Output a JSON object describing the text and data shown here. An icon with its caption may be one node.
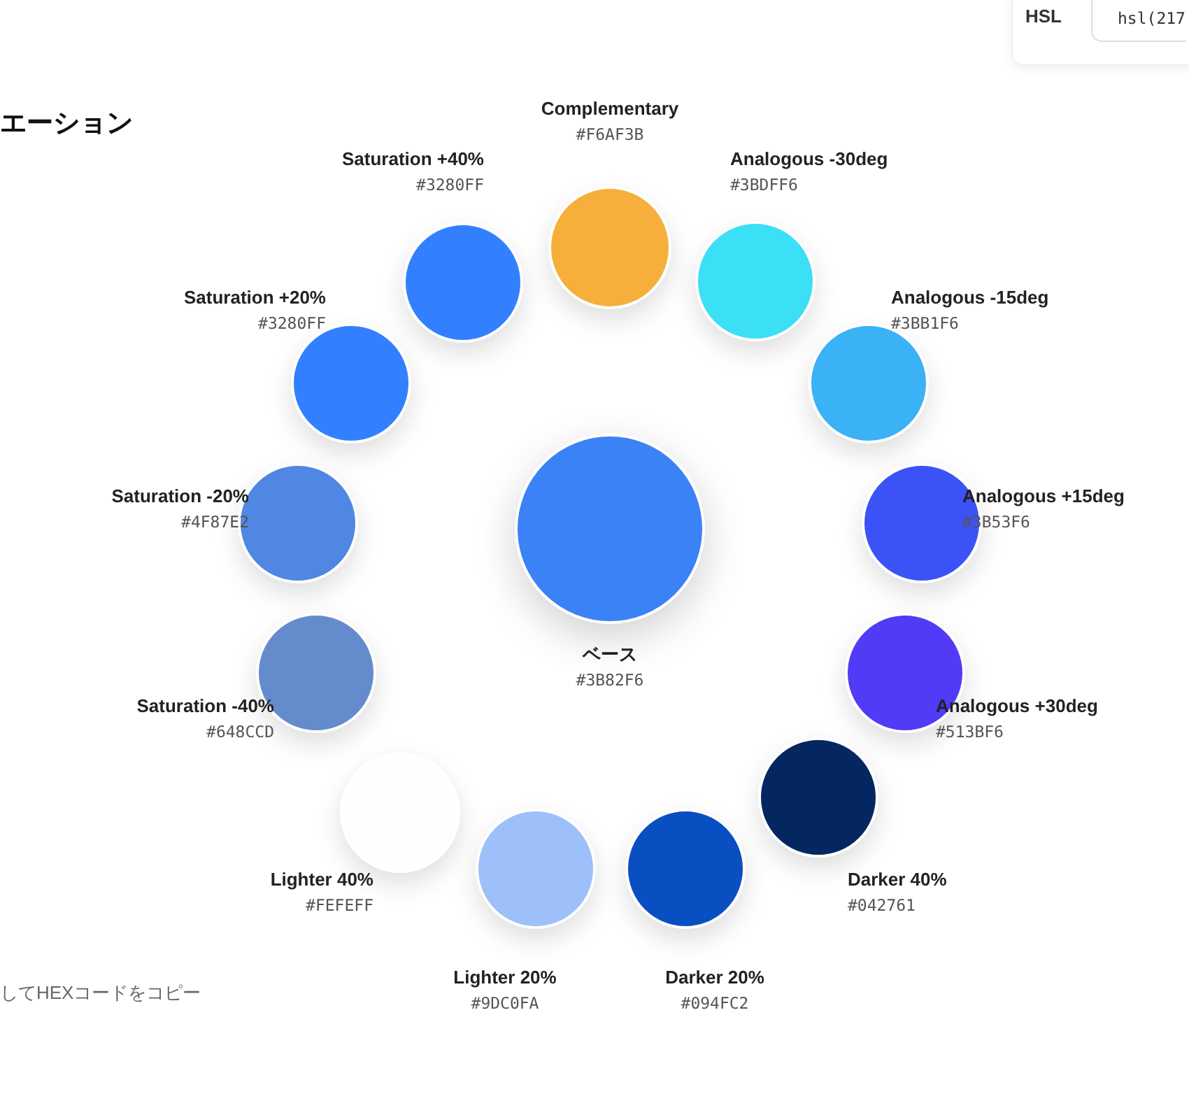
{
  "diagram": {
    "nodes": [
      {
        "text": [
          "ベース",
          "#3B82F6"
        ]
      },
      {
        "text": [
          "Complementary",
          "#F6AF3B"
        ]
      },
      {
        "text": [
          "Analogous -30deg",
          "#3BDFF6"
        ]
      },
      {
        "text": [
          "Analogous -15deg",
          "#3BB1F6"
        ]
      },
      {
        "text": [
          "Analogous +15deg",
          "#3B53F6"
        ]
      },
      {
        "text": [
          "Analogous +30deg",
          "#513BF6"
        ]
      },
      {
        "text": [
          "Darker 40%",
          "#042761"
        ]
      },
      {
        "text": [
          "Darker 20%",
          "#094FC2"
        ]
      },
      {
        "text": [
          "Lighter 20%",
          "#9DC0FA"
        ]
      },
      {
        "text": [
          "Lighter 40%",
          "#FEFEFF"
        ]
      },
      {
        "text": [
          "Saturation -40%",
          "#648CCD"
        ]
      },
      {
        "text": [
          "Saturation -20%",
          "#4F87E2"
        ]
      },
      {
        "text": [
          "Saturation +20%",
          "#3280FF"
        ]
      },
      {
        "text": [
          "Saturation +40%",
          "#3280FF"
        ]
      }
    ],
    "labels": [
      "HSL",
      "hsl(217",
      "エーション",
      "してHEXコードをコピー"
    ]
  }
}
